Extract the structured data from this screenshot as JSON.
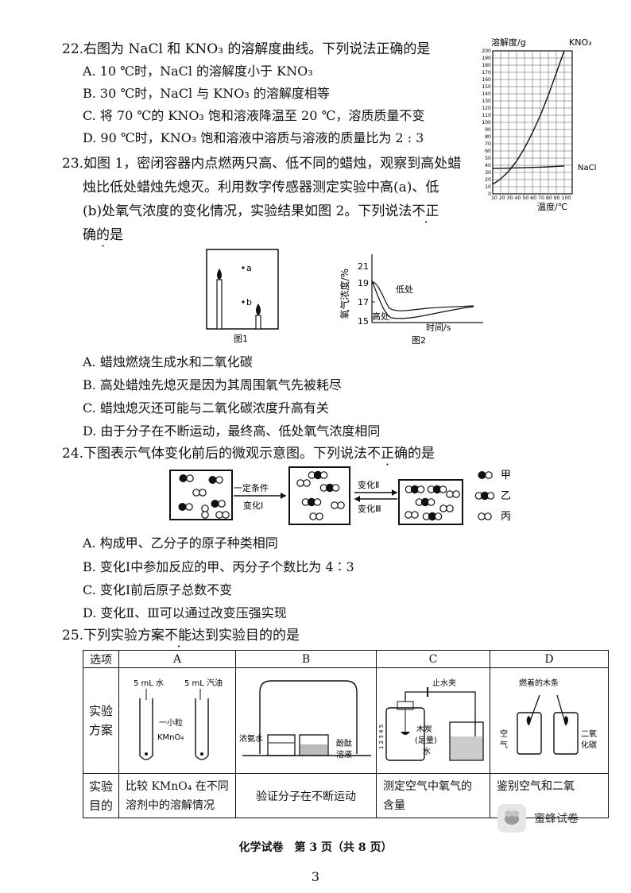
{
  "q22": {
    "stem": "22.右图为 NaCl 和 KNO₃ 的溶解度曲线。下列说法正确的是",
    "options": [
      "A. 10 ℃时，NaCl 的溶解度小于 KNO₃",
      "B. 30 ℃时，NaCl 与 KNO₃ 的溶解度相等",
      "C. 将 70 ℃的 KNO₃ 饱和溶液降温至 20 ℃，溶质质量不变",
      "D. 90 ℃时，KNO₃ 饱和溶液中溶质与溶液的质量比为 2 : 3"
    ],
    "chart": {
      "ylabel": "溶解度/g",
      "xlabel": "温度/℃",
      "yticks": [
        "200",
        "190",
        "180",
        "170",
        "160",
        "150",
        "140",
        "130",
        "120",
        "110",
        "100",
        "90",
        "80",
        "70",
        "60",
        "50",
        "40",
        "30",
        "20",
        "10",
        "0"
      ],
      "xticks": "10 20 30 40 50 60 70 80 90 100",
      "series": [
        "KNO₃",
        "NaCl"
      ]
    }
  },
  "chart_data": {
    "type": "line",
    "xlabel": "温度/℃",
    "ylabel": "溶解度/g",
    "xlim": [
      0,
      100
    ],
    "ylim": [
      0,
      200
    ],
    "x": [
      0,
      10,
      20,
      30,
      40,
      50,
      60,
      70,
      80,
      90
    ],
    "series": [
      {
        "name": "KNO₃",
        "values": [
          13.3,
          20.9,
          31.6,
          45.8,
          63.9,
          85.5,
          110,
          138,
          169,
          202
        ]
      },
      {
        "name": "NaCl",
        "values": [
          35.7,
          35.8,
          36.0,
          36.3,
          36.6,
          37.0,
          37.3,
          37.8,
          38.4,
          39.0
        ]
      }
    ]
  },
  "q23": {
    "stem_line1": "23.如图 1，密闭容器内点燃两只高、低不同的蜡烛，观察到高处蜡",
    "stem_line2": "烛比低处蜡烛先熄灭。利用数字传感器测定实验中高(a)、低",
    "stem_line3a": "(b)处氧气浓度的变化情况，实验结果如图 2。下列说法",
    "stem_line3b": "不正",
    "stem_line4": "确的是",
    "fig1": {
      "label_a": "a",
      "label_b": "b",
      "caption": "图1"
    },
    "fig2": {
      "ylabel": "氧气浓度/%",
      "xlabel": "时间/s",
      "yticks": [
        "21",
        "19",
        "17",
        "15"
      ],
      "low_label": "低处",
      "high_label": "高处",
      "caption": "图2"
    },
    "options": [
      "A. 蜡烛燃烧生成水和二氧化碳",
      "B. 高处蜡烛先熄灭是因为其周围氧气先被耗尽",
      "C. 蜡烛熄灭还可能与二氧化碳浓度升高有关",
      "D. 由于分子在不断运动，最终高、低处氧气浓度相同"
    ]
  },
  "q24": {
    "stem_a": "24.下图表示气体变化前后的微观示意图。下列说法",
    "stem_b": "不正确",
    "stem_c": "的是",
    "arrow1_top": "一定条件",
    "arrow1_bottom": "变化Ⅰ",
    "arrow2_top": "变化Ⅱ",
    "arrow2_bottom": "变化Ⅲ",
    "legend": [
      "甲",
      "乙",
      "丙"
    ],
    "options": [
      "A. 构成甲、乙分子的原子种类相同",
      "B. 变化Ⅰ中参加反应的甲、丙分子个数比为 4∶3",
      "C. 变化Ⅰ前后原子总数不变",
      "D. 变化Ⅱ、Ⅲ可以通过改变压强实现"
    ]
  },
  "q25": {
    "stem_a": "25.下列实验方案",
    "stem_b": "不能",
    "stem_c": "达到实验目的的是",
    "table": {
      "header": [
        "选项",
        "A",
        "B",
        "C",
        "D"
      ],
      "row1_label": "实验方案",
      "row2_label": "实验目的",
      "A_labels": {
        "water": "5 mL 水",
        "oil": "5 mL 汽油",
        "kmno4_1": "一小粒",
        "kmno4_2": "KMnO₄"
      },
      "B_labels": {
        "left": "浓氨水",
        "right1": "酚酞",
        "right2": "溶液"
      },
      "C_labels": {
        "clip": "止水夹",
        "carbon1": "木炭",
        "carbon2": "(足量)",
        "water": "水",
        "marks": "1 2 3 4 5"
      },
      "D_labels": {
        "stick": "燃着的木条",
        "air1": "空",
        "air2": "气",
        "co2_1": "二氧",
        "co2_2": "化碳"
      },
      "purposes": [
        "比较 KMnO₄ 在不同",
        "溶剂中的溶解情况",
        "验证分子在不断运动",
        "测定空气中氧气的",
        "含量",
        "鉴别空气和二氧"
      ]
    }
  },
  "watermark": "蜜蜂试卷",
  "footer": "化学试卷　第 3 页（共 8 页）",
  "page_number": "3"
}
